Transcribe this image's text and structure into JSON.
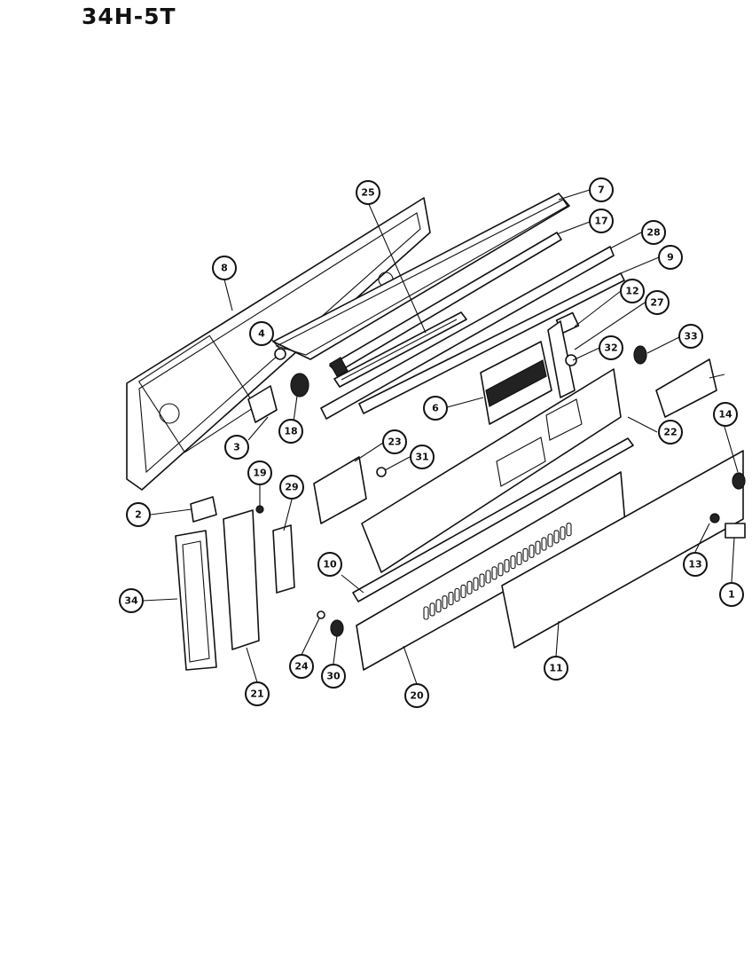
{
  "diagram": {
    "model": "34H-5T",
    "callouts": [
      {
        "id": "c1",
        "label": "1"
      },
      {
        "id": "c2",
        "label": "2"
      },
      {
        "id": "c3",
        "label": "3"
      },
      {
        "id": "c4",
        "label": "4"
      },
      {
        "id": "c6",
        "label": "6"
      },
      {
        "id": "c7",
        "label": "7"
      },
      {
        "id": "c8",
        "label": "8"
      },
      {
        "id": "c9",
        "label": "9"
      },
      {
        "id": "c10",
        "label": "10"
      },
      {
        "id": "c11",
        "label": "11"
      },
      {
        "id": "c12",
        "label": "12"
      },
      {
        "id": "c13",
        "label": "13"
      },
      {
        "id": "c14",
        "label": "14"
      },
      {
        "id": "c17",
        "label": "17"
      },
      {
        "id": "c18",
        "label": "18"
      },
      {
        "id": "c19",
        "label": "19"
      },
      {
        "id": "c20",
        "label": "20"
      },
      {
        "id": "c21",
        "label": "21"
      },
      {
        "id": "c22",
        "label": "22"
      },
      {
        "id": "c23",
        "label": "23"
      },
      {
        "id": "c24",
        "label": "24"
      },
      {
        "id": "c25",
        "label": "25"
      },
      {
        "id": "c27",
        "label": "27"
      },
      {
        "id": "c28",
        "label": "28"
      },
      {
        "id": "c29",
        "label": "29"
      },
      {
        "id": "c30",
        "label": "30"
      },
      {
        "id": "c31",
        "label": "31"
      },
      {
        "id": "c32",
        "label": "32"
      },
      {
        "id": "c33",
        "label": "33"
      },
      {
        "id": "c34",
        "label": "34"
      }
    ]
  }
}
